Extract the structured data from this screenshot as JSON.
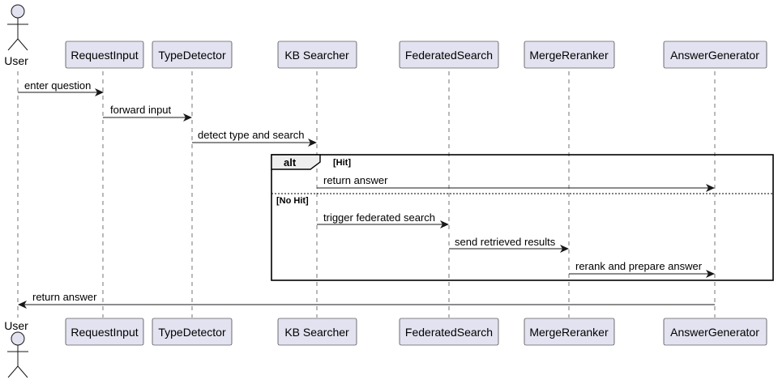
{
  "participants": {
    "user": "User",
    "request_input": "RequestInput",
    "type_detector": "TypeDetector",
    "kb_searcher": "KB Searcher",
    "federated_search": "FederatedSearch",
    "merge_reranker": "MergeReranker",
    "answer_generator": "AnswerGenerator"
  },
  "messages": {
    "m1": "enter question",
    "m2": "forward input",
    "m3": "detect type and search",
    "m4": "return answer",
    "m5": "trigger federated search",
    "m6": "send retrieved results",
    "m7": "rerank and prepare answer",
    "m8": "return answer"
  },
  "alt_frame": {
    "title": "alt",
    "guard_hit": "[Hit]",
    "guard_no_hit": "[No Hit]"
  }
}
